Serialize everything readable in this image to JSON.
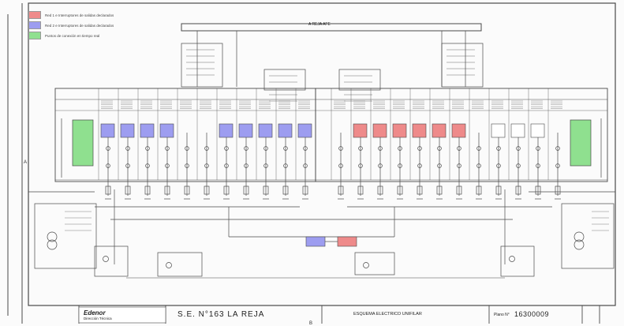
{
  "colors": {
    "red_fill": "#ee8a8a",
    "blue_fill": "#9d9df0",
    "green_fill": "#8fe08f",
    "line": "#4a4a4a",
    "frame": "#2e2e2e"
  },
  "legend": [
    {
      "label": "Red 1 e Interruptores de salidas declarados",
      "color": "#ee8a8a"
    },
    {
      "label": "Red 2 e Interruptores de salidas declarados",
      "color": "#9d9df0"
    },
    {
      "label": "Puntos de conexión en tiempo real",
      "color": "#8fe08f"
    }
  ],
  "busbar": {
    "label": "A REJA AFE"
  },
  "title_block": {
    "company": "Edenor",
    "company_sub": "Dirección Técnica",
    "station": "S.E. N°163 LA REJA",
    "drawing_title": "ESQUEMA ELECTRICO UNIFILAR",
    "plan_label": "Plano N°",
    "plan_number": "16300009",
    "frame_marks": {
      "top_left": "A",
      "bottom_mid": "B"
    }
  },
  "blocks": {
    "red": "RED",
    "blue": "BLU"
  }
}
